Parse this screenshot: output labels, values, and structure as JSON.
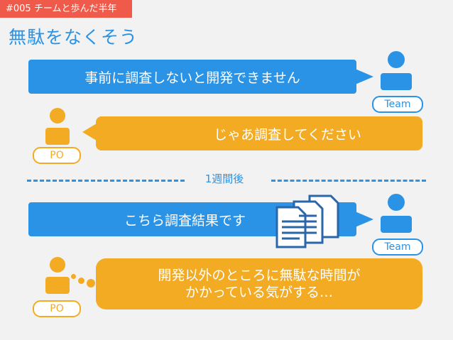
{
  "header": {
    "tag": "#005 チームと歩んだ半年",
    "title": "無駄をなくそう"
  },
  "conversation": {
    "team_msg_1": "事前に調査しないと開発できません",
    "po_msg_1": "じゃあ調査してください",
    "divider_label": "1週間後",
    "team_msg_2": "こちら調査結果です",
    "po_msg_2_line1": "開発以外のところに無駄な時間が",
    "po_msg_2_line2": "かかっている気がする…"
  },
  "roles": {
    "team": "Team",
    "po": "PO"
  },
  "icons": {
    "person": "person-icon",
    "documents": "documents-icon"
  },
  "colors": {
    "blue": "#2a93e6",
    "orange": "#f2ab22",
    "tag_red": "#f05a4a"
  }
}
